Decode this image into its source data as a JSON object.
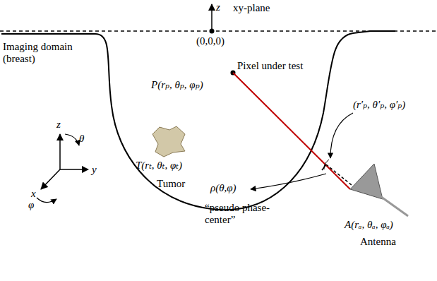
{
  "diagram": {
    "labels": [
      "z",
      "xy-plane",
      "(0,0,0)",
      "Imaging domain (breast)",
      "Pixel under test",
      "P(rₚ, θₚ, φₚ)",
      "(r′ₚ, θ′ₚ, φ′ₚ)",
      "z",
      "θ",
      "x",
      "φ",
      "y",
      "T(rₜ, θₜ, φₜ)",
      "Tumor",
      "ρ(θ,φ)",
      "“pseudo phase-center”",
      "A(rₐ, θₐ, φₐ)",
      "Antenna"
    ]
  }
}
